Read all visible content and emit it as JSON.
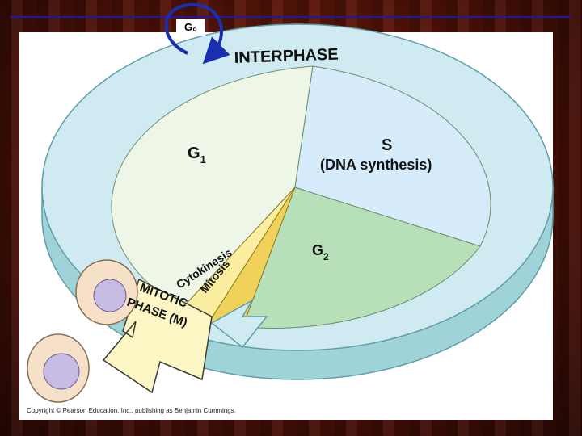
{
  "diagram": {
    "g0_label": "G₀",
    "interphase_label": "INTERPHASE",
    "g1_label": "G",
    "g1_sub": "1",
    "s_label": "S",
    "s_desc": "(DNA synthesis)",
    "g2_label": "G",
    "g2_sub": "2",
    "cytokinesis_label": "Cytokinesis",
    "mitosis_label": "Mitosis",
    "mitotic_line1": "MITOTIC",
    "mitotic_line2": "PHASE (M)",
    "copyright": "Copyright © Pearson Education, Inc., publishing as Benjamin Cummings."
  },
  "colors": {
    "g1": "#eef6e8",
    "s": "#d6ecfb",
    "g2": "#b7e0b9",
    "rim_top": "#cfeaf0",
    "rim_side": "#9fd3d8",
    "mitosis": "#f3e07a",
    "arrow": "#fbf6c4",
    "loop": "#1a2fb0"
  }
}
